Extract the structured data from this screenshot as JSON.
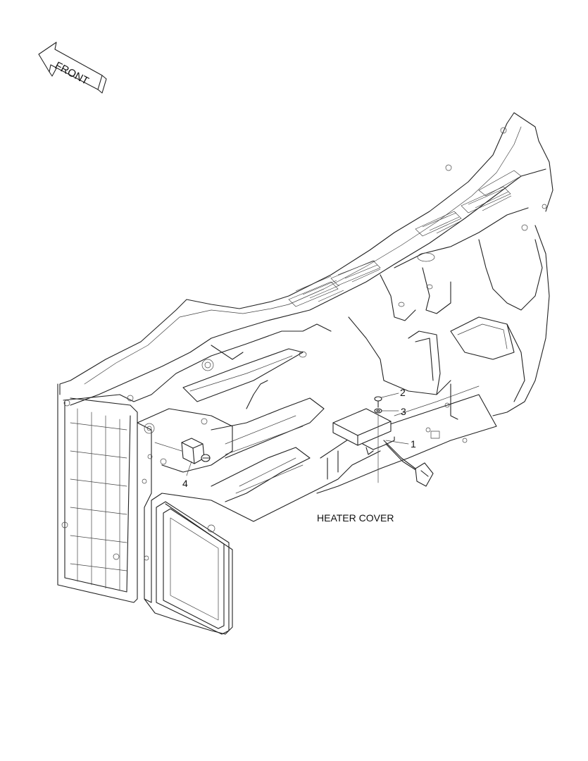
{
  "front_arrow": {
    "label": "FRONT"
  },
  "callouts": [
    {
      "id": "callout-1",
      "number": "1"
    },
    {
      "id": "callout-2",
      "number": "2"
    },
    {
      "id": "callout-3",
      "number": "3"
    },
    {
      "id": "callout-4",
      "number": "4"
    }
  ],
  "heater_cover_label": "HEATER COVER"
}
